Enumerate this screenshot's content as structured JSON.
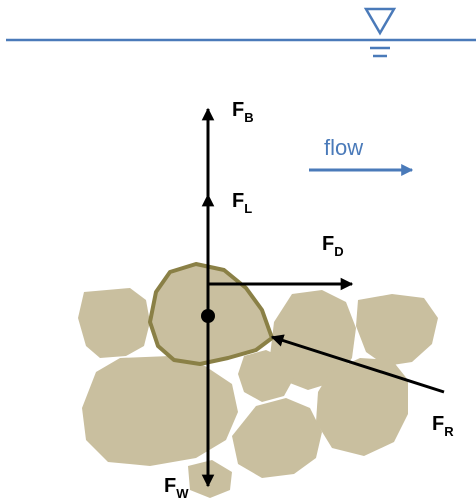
{
  "flow_label": "flow",
  "forces": {
    "buoyancy": {
      "main": "F",
      "sub": "B"
    },
    "lift": {
      "main": "F",
      "sub": "L"
    },
    "drag": {
      "main": "F",
      "sub": "D"
    },
    "resistance": {
      "main": "F",
      "sub": "R"
    },
    "weight": {
      "main": "F",
      "sub": "W"
    }
  },
  "colors": {
    "water_line": "#4a7ab9",
    "flow_arrow": "#4a7ab9",
    "stone_fill": "#c9bf9f",
    "highlight_stone_outline": "#8a8046",
    "force_arrows": "#000000"
  },
  "icons": {
    "water_surface": "inverted-triangle-water-level-symbol"
  }
}
